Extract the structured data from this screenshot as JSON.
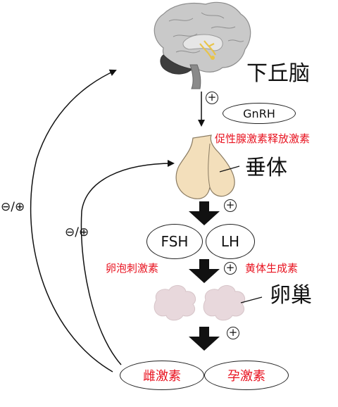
{
  "labels": {
    "hypothalamus": "下丘脑",
    "pituitary": "垂体",
    "ovary": "卵巢"
  },
  "hormones": {
    "gnrh": "GnRH",
    "gnrh_full": "促性腺激素释放激素",
    "fsh": "FSH",
    "lh": "LH",
    "fsh_full": "卵泡刺激素",
    "lh_full": "黄体生成素",
    "estrogen": "雌激素",
    "progesterone": "孕激素"
  },
  "signs": {
    "plus": "+",
    "feedback": "⊖/⊕"
  },
  "colors": {
    "red_text": "#e8121f",
    "pituitary_fill": "#f3dfbb",
    "ovary_fill": "#e8d8dc",
    "brain_fill": "#c9c9c9"
  }
}
